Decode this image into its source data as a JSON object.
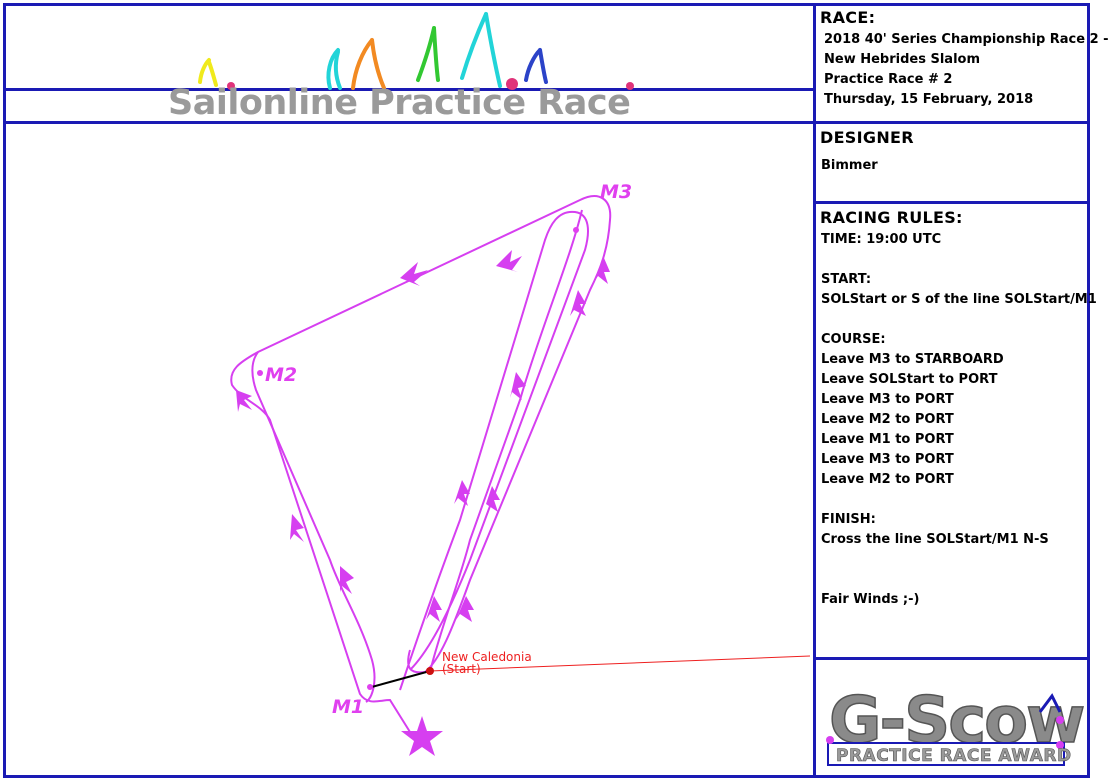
{
  "banner": {
    "title": "Sailonline Practice Race"
  },
  "race": {
    "heading": "RACE:",
    "lines": [
      "2018 40' Series Championship Race 2 -",
      "New Hebrides Slalom",
      "Practice Race # 2",
      "Thursday, 15 February, 2018"
    ]
  },
  "designer": {
    "heading": "DESIGNER",
    "name": "Bimmer"
  },
  "rules": {
    "heading": "RACING RULES:",
    "time": "TIME: 19:00 UTC",
    "start_heading": "START:",
    "start_text": "SOLStart or S of the line SOLStart/M1",
    "course_heading": "COURSE:",
    "course": [
      "Leave M3 to STARBOARD",
      "Leave SOLStart to PORT",
      "Leave M3 to PORT",
      "Leave M2 to PORT",
      "Leave M1 to PORT",
      "Leave M3 to PORT",
      "Leave M2 to PORT"
    ],
    "finish_heading": "FINISH:",
    "finish_text": "Cross the line SOLStart/M1 N-S",
    "closing": "Fair Winds ;-)"
  },
  "map": {
    "marks": {
      "m1": "M1",
      "m2": "M2",
      "m3": "M3"
    },
    "start_label_1": "New Caledonia",
    "start_label_2": "(Start)",
    "course_color": "#d63ff0",
    "start_color": "#ee2020"
  },
  "award": {
    "logo_text": "G-Scow",
    "subtitle": "PRACTICE RACE AWARD"
  },
  "colors": {
    "frame": "#1a1ab4",
    "banner_text": "#9a9a9a"
  }
}
